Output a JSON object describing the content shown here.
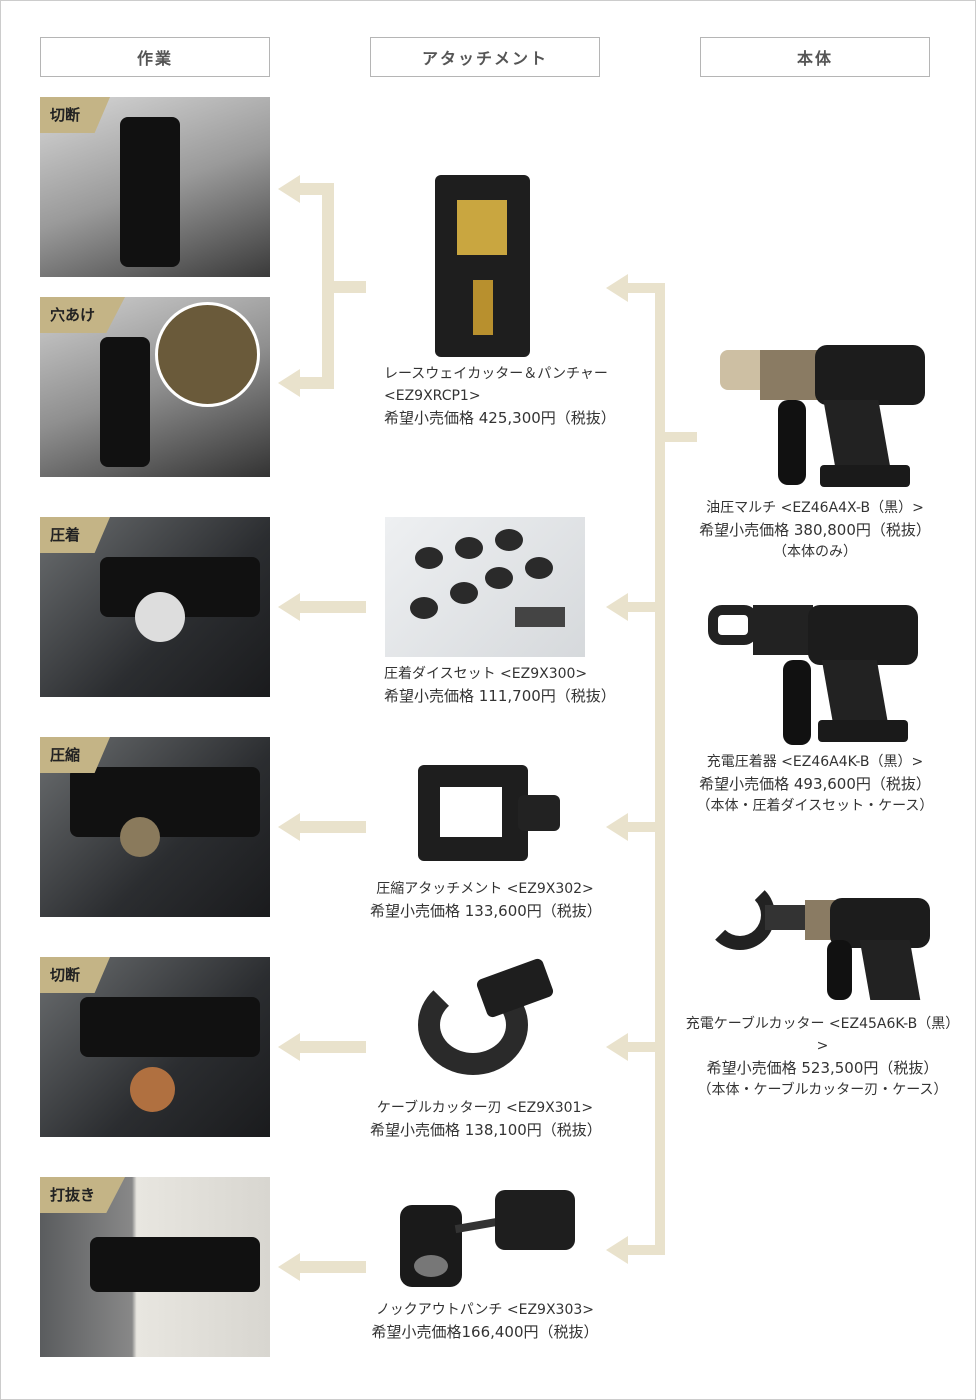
{
  "headers": {
    "work": "作業",
    "attachment": "アタッチメント",
    "body": "本体"
  },
  "tasks": [
    {
      "label": "切断"
    },
    {
      "label": "穴あけ"
    },
    {
      "label": "圧着"
    },
    {
      "label": "圧縮"
    },
    {
      "label": "切断"
    },
    {
      "label": "打抜き"
    }
  ],
  "attachments": [
    {
      "name": "レースウェイカッター＆パンチャー",
      "model": "<EZ9XRCP1>",
      "price": "希望小売価格 425,300円（税抜）"
    },
    {
      "name": "圧着ダイスセット <EZ9X300>",
      "price": "希望小売価格 111,700円（税抜）"
    },
    {
      "name": "圧縮アタッチメント <EZ9X302>",
      "price": "希望小売価格 133,600円（税抜）"
    },
    {
      "name": "ケーブルカッター刃 <EZ9X301>",
      "price": "希望小売価格 138,100円（税抜）"
    },
    {
      "name": "ノックアウトパンチ <EZ9X303>",
      "price": "希望小売価格166,400円（税抜）"
    }
  ],
  "bodies": [
    {
      "name": "油圧マルチ <EZ46A4X-B（黒）>",
      "price": "希望小売価格 380,800円（税抜）",
      "note": "（本体のみ）"
    },
    {
      "name": "充電圧着器 <EZ46A4K-B（黒）>",
      "price": "希望小売価格 493,600円（税抜）",
      "note": "（本体・圧着ダイスセット・ケース）"
    },
    {
      "name": "充電ケーブルカッター <EZ45A6K-B（黒）>",
      "price": "希望小売価格 523,500円（税抜）",
      "note": "（本体・ケーブルカッター刃・ケース）"
    }
  ],
  "colors": {
    "arrow": "#e9e2cc",
    "tag": "#c4b486"
  }
}
